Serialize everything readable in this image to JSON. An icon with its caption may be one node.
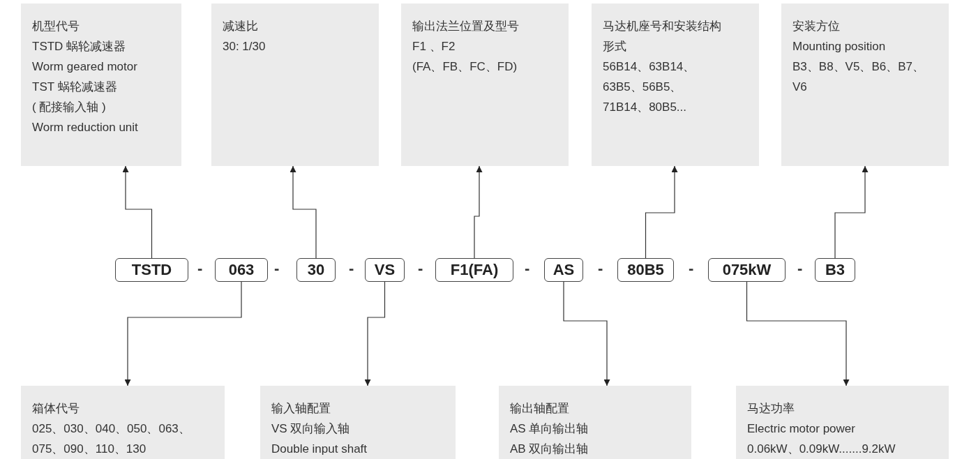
{
  "diagram": {
    "nodes": [
      {
        "text": [
          "机型代号",
          "TSTD 蜗轮减速器",
          "Worm geared motor",
          "TST 蜗轮减速器",
          "( 配接输入轴 )",
          "Worm reduction unit"
        ]
      },
      {
        "text": [
          "减速比",
          "30: 1/30"
        ]
      },
      {
        "text": [
          "输出法兰位置及型号",
          "F1 、F2",
          "(FA、FB、FC、FD)"
        ]
      },
      {
        "text": [
          "马达机座号和安装结构形式",
          "56B14、63B14、63B5、56B5、71B14、80B5..."
        ]
      },
      {
        "text": [
          "安装方位",
          "Mounting position",
          "B3、B8、V5、B6、B7、V6"
        ]
      },
      {
        "text": [
          "TSTD"
        ]
      },
      {
        "text": [
          "063"
        ]
      },
      {
        "text": [
          "30"
        ]
      },
      {
        "text": [
          "VS"
        ]
      },
      {
        "text": [
          "F1(FA)"
        ]
      },
      {
        "text": [
          "AS"
        ]
      },
      {
        "text": [
          "80B5"
        ]
      },
      {
        "text": [
          "075kW"
        ]
      },
      {
        "text": [
          "B3"
        ]
      },
      {
        "text": [
          "箱体代号",
          "025、030、040、050、063、075、090、110、130"
        ]
      },
      {
        "text": [
          "输入轴配置",
          "VS 双向输入轴",
          "Double input shaft"
        ]
      },
      {
        "text": [
          "输出轴配置",
          "AS 单向输出轴",
          "AB 双向输出轴"
        ]
      },
      {
        "text": [
          "马达功率",
          "Electric motor power",
          "0.06kW、0.09kW.......9.2kW"
        ]
      }
    ],
    "edges": [
      {
        "from": 5,
        "to": 0,
        "arrow": "to"
      },
      {
        "from": 7,
        "to": 1,
        "arrow": "to"
      },
      {
        "from": 9,
        "to": 2,
        "arrow": "to"
      },
      {
        "from": 11,
        "to": 3,
        "arrow": "to"
      },
      {
        "from": 13,
        "to": 4,
        "arrow": "to"
      },
      {
        "from": 6,
        "to": 14,
        "arrow": "to"
      },
      {
        "from": 8,
        "to": 15,
        "arrow": "to"
      },
      {
        "from": 10,
        "to": 16,
        "arrow": "to"
      },
      {
        "from": 12,
        "to": 17,
        "arrow": "to"
      }
    ],
    "labels": [
      "-",
      "-",
      "-",
      "-",
      "-",
      "-",
      "-",
      "-"
    ]
  }
}
